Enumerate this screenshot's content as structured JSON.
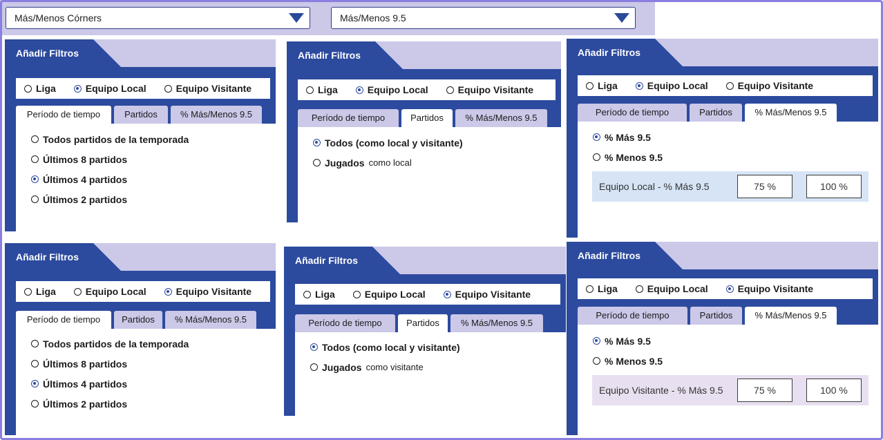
{
  "selectors": {
    "market": "Más/Menos Córners",
    "line": "Más/Menos 9.5"
  },
  "panels": [
    {
      "title": "Añadir Filtros",
      "scope": {
        "options": [
          "Liga",
          "Equipo Local",
          "Equipo Visitante"
        ],
        "selected": 1
      },
      "tabs": {
        "labels": [
          "Período de tiempo",
          "Partidos",
          "% Más/Menos 9.5"
        ],
        "active": 0
      },
      "options": [
        {
          "label": "Todos partidos de la temporada",
          "note": ""
        },
        {
          "label": "Últimos 8 partidos",
          "note": ""
        },
        {
          "label": "Últimos 4 partidos",
          "note": ""
        },
        {
          "label": "Últimos 2 partidos",
          "note": ""
        }
      ],
      "selected_option": 2
    },
    {
      "title": "Añadir Filtros",
      "scope": {
        "options": [
          "Liga",
          "Equipo Local",
          "Equipo Visitante"
        ],
        "selected": 1
      },
      "tabs": {
        "labels": [
          "Período de tiempo",
          "Partidos",
          "% Más/Menos 9.5"
        ],
        "active": 1
      },
      "options": [
        {
          "label": "Todos (como local y visitante)",
          "note": ""
        },
        {
          "label": "Jugados",
          "note": "como local"
        }
      ],
      "selected_option": 0
    },
    {
      "title": "Añadir Filtros",
      "scope": {
        "options": [
          "Liga",
          "Equipo Local",
          "Equipo Visitante"
        ],
        "selected": 1
      },
      "tabs": {
        "labels": [
          "Período de tiempo",
          "Partidos",
          "% Más/Menos 9.5"
        ],
        "active": 2
      },
      "options": [
        {
          "label": "% Más 9.5",
          "note": ""
        },
        {
          "label": "% Menos 9.5",
          "note": ""
        }
      ],
      "selected_option": 0,
      "range": {
        "label": "Equipo Local - % Más 9.5",
        "min": "75 %",
        "max": "100 %",
        "color": "#d6e4f5"
      }
    },
    {
      "title": "Añadir Filtros",
      "scope": {
        "options": [
          "Liga",
          "Equipo Local",
          "Equipo Visitante"
        ],
        "selected": 2
      },
      "tabs": {
        "labels": [
          "Período de tiempo",
          "Partidos",
          "% Más/Menos 9.5"
        ],
        "active": 0
      },
      "options": [
        {
          "label": "Todos partidos de la temporada",
          "note": ""
        },
        {
          "label": "Últimos 8 partidos",
          "note": ""
        },
        {
          "label": "Últimos 4 partidos",
          "note": ""
        },
        {
          "label": "Últimos 2 partidos",
          "note": ""
        }
      ],
      "selected_option": 2
    },
    {
      "title": "Añadir Filtros",
      "scope": {
        "options": [
          "Liga",
          "Equipo Local",
          "Equipo Visitante"
        ],
        "selected": 2
      },
      "tabs": {
        "labels": [
          "Período de tiempo",
          "Partidos",
          "% Más/Menos 9.5"
        ],
        "active": 1
      },
      "options": [
        {
          "label": "Todos (como local y visitante)",
          "note": ""
        },
        {
          "label": "Jugados",
          "note": "como visitante"
        }
      ],
      "selected_option": 0
    },
    {
      "title": "Añadir Filtros",
      "scope": {
        "options": [
          "Liga",
          "Equipo Local",
          "Equipo Visitante"
        ],
        "selected": 2
      },
      "tabs": {
        "labels": [
          "Período de tiempo",
          "Partidos",
          "% Más/Menos 9.5"
        ],
        "active": 2
      },
      "options": [
        {
          "label": "% Más 9.5",
          "note": ""
        },
        {
          "label": "% Menos 9.5",
          "note": ""
        }
      ],
      "selected_option": 0,
      "range": {
        "label": "Equipo Visitante - % Más 9.5",
        "min": "75 %",
        "max": "100 %",
        "color": "#e8e0f0"
      }
    }
  ],
  "colors": {
    "primary": "#2c4a9e",
    "lavender": "#cbc8e8",
    "border": "#8a7fe0"
  }
}
